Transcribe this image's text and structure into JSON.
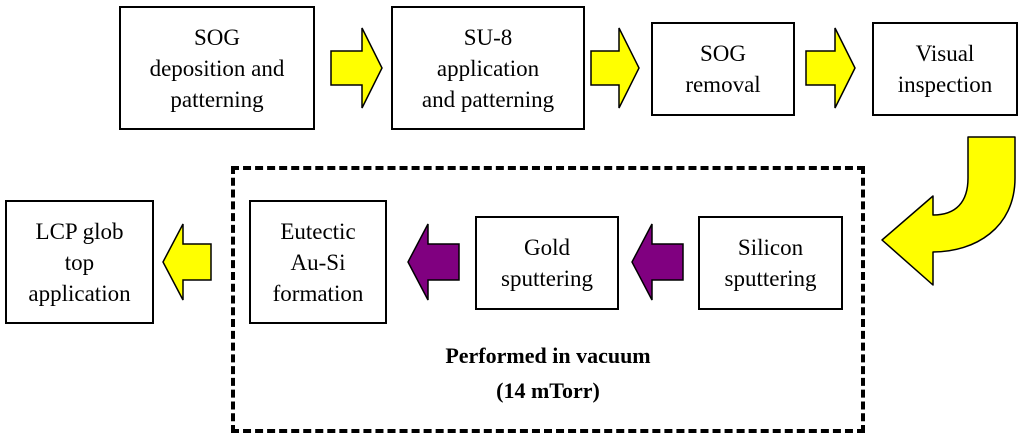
{
  "diagram": {
    "top_row": [
      {
        "lines": [
          "SOG",
          "deposition and",
          "patterning"
        ]
      },
      {
        "lines": [
          "SU-8",
          "application",
          "and patterning"
        ]
      },
      {
        "lines": [
          "SOG",
          "removal"
        ]
      },
      {
        "lines": [
          "Visual",
          "inspection"
        ]
      }
    ],
    "bottom_row": [
      {
        "lines": [
          "LCP glob",
          "top",
          "application"
        ]
      },
      {
        "lines": [
          "Eutectic",
          "Au-Si",
          "formation"
        ]
      },
      {
        "lines": [
          "Gold",
          "sputtering"
        ]
      },
      {
        "lines": [
          "Silicon",
          "sputtering"
        ]
      }
    ],
    "vacuum_group": {
      "caption_line1": "Performed in vacuum",
      "caption_line2": "(14 mTorr)"
    },
    "colors": {
      "yellow_arrow": "#ffff00",
      "purple_arrow": "#800080",
      "border": "#000000"
    }
  }
}
